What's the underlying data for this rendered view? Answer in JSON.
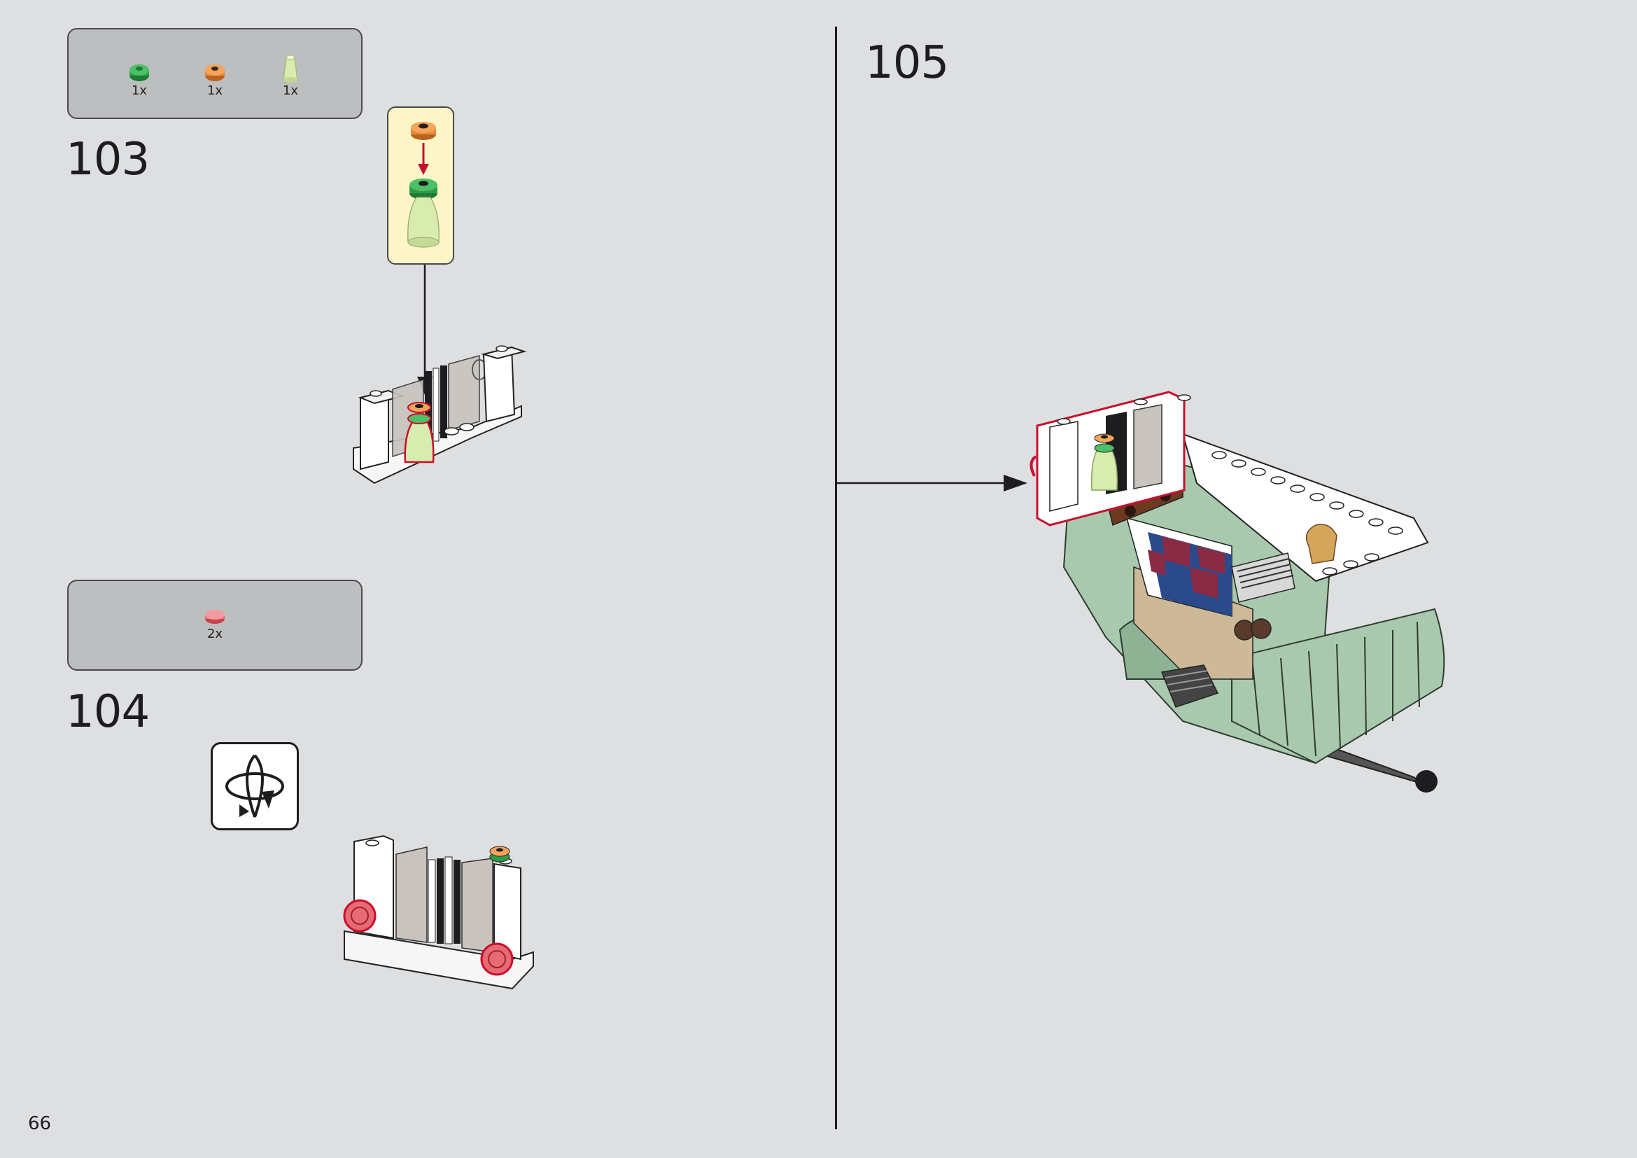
{
  "page_number": "66",
  "steps": [
    {
      "number": "103",
      "parts": [
        {
          "name": "green-round-plate",
          "qty": "1x",
          "color": "#2e9a47"
        },
        {
          "name": "orange-round-plate",
          "qty": "1x",
          "color": "#e8893a"
        },
        {
          "name": "lime-cone",
          "qty": "1x",
          "color": "#d9ecb0"
        }
      ]
    },
    {
      "number": "104",
      "parts": [
        {
          "name": "red-transparent-round-tile",
          "qty": "2x",
          "color": "#e86a72"
        }
      ]
    },
    {
      "number": "105",
      "parts": []
    }
  ],
  "icons": {
    "rotate": "rotate-model-icon"
  },
  "colors": {
    "background": "#dedfe1",
    "parts_box": "#bdbec0",
    "callout": "#fbf5c7",
    "highlight": "#c8102e",
    "sand_green": "#a9c9ae"
  }
}
